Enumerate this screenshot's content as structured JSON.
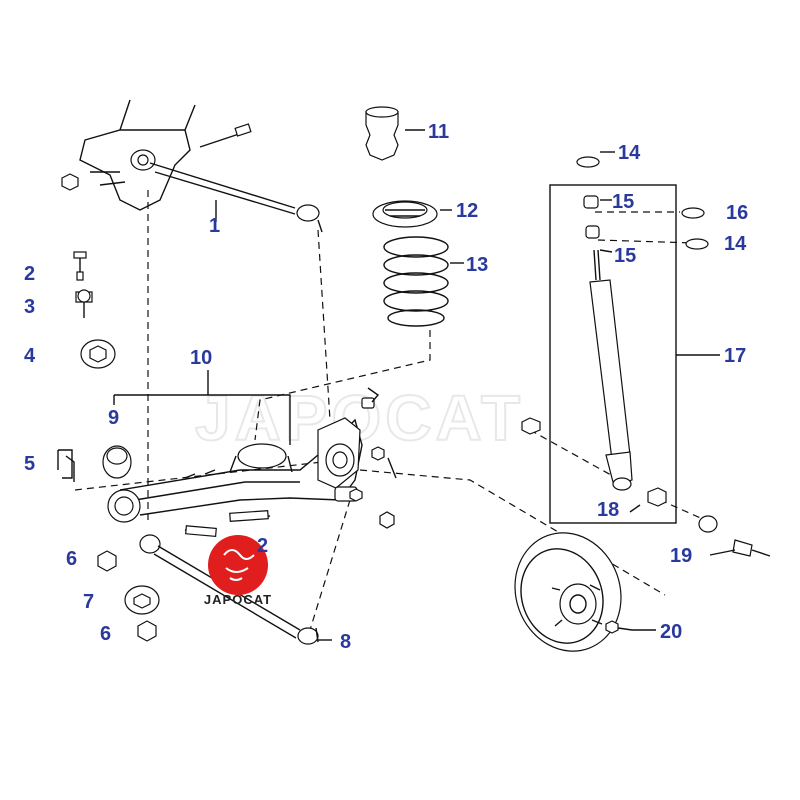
{
  "watermark": "JAPOCAT",
  "logo": {
    "text": "JAPOCAT",
    "color": "#e01e1e"
  },
  "callout_color": "#2a3a9c",
  "callouts": [
    {
      "id": "c1",
      "label": "1"
    },
    {
      "id": "c2a",
      "label": "2"
    },
    {
      "id": "c2b",
      "label": "2"
    },
    {
      "id": "c3",
      "label": "3"
    },
    {
      "id": "c4",
      "label": "4"
    },
    {
      "id": "c5",
      "label": "5"
    },
    {
      "id": "c6a",
      "label": "6"
    },
    {
      "id": "c6b",
      "label": "6"
    },
    {
      "id": "c7",
      "label": "7"
    },
    {
      "id": "c8",
      "label": "8"
    },
    {
      "id": "c9",
      "label": "9"
    },
    {
      "id": "c10",
      "label": "10"
    },
    {
      "id": "c11",
      "label": "11"
    },
    {
      "id": "c12",
      "label": "12"
    },
    {
      "id": "c13",
      "label": "13"
    },
    {
      "id": "c14a",
      "label": "14"
    },
    {
      "id": "c14b",
      "label": "14"
    },
    {
      "id": "c15a",
      "label": "15"
    },
    {
      "id": "c15b",
      "label": "15"
    },
    {
      "id": "c16",
      "label": "16"
    },
    {
      "id": "c17",
      "label": "17"
    },
    {
      "id": "c18",
      "label": "18"
    },
    {
      "id": "c19",
      "label": "19"
    },
    {
      "id": "c20",
      "label": "20"
    }
  ]
}
